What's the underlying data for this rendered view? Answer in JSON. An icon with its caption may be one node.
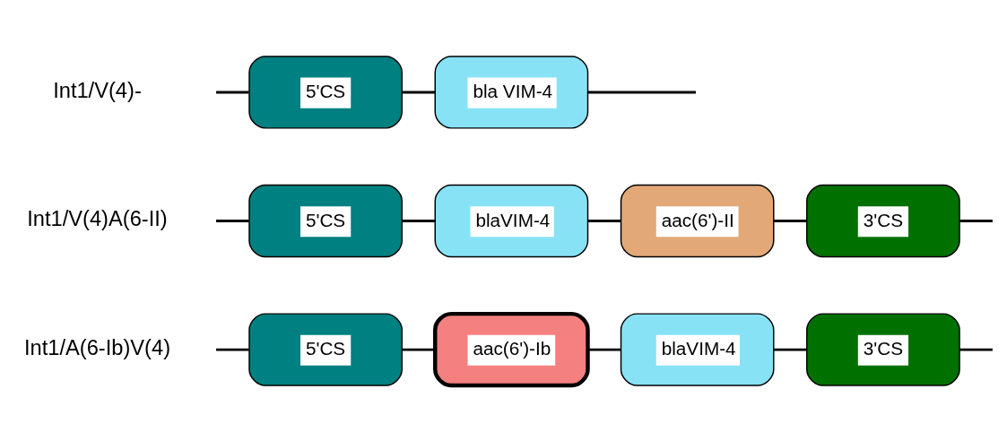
{
  "diagram": {
    "nodes": [
      {
        "text": [
          "5'CS"
        ]
      },
      {
        "text": [
          "aac(6')-Ib"
        ]
      },
      {
        "text": [
          "blaVIM-4"
        ]
      },
      {
        "text": [
          "3'CS"
        ]
      },
      {
        "text": [
          "5'CS"
        ]
      },
      {
        "text": [
          "blaVIM-4"
        ]
      },
      {
        "text": [
          "aac(6')-II"
        ]
      },
      {
        "text": [
          "3'CS"
        ]
      },
      {
        "text": [
          "5'CS"
        ]
      },
      {
        "text": [
          "bla VIM-4"
        ]
      }
    ],
    "edges": [
      {
        "from": null,
        "to": 0,
        "arrow": "none"
      },
      {
        "from": 0,
        "to": 1,
        "arrow": "none"
      },
      {
        "from": 1,
        "to": 2,
        "arrow": "none"
      },
      {
        "from": 2,
        "to": 3,
        "arrow": "none"
      },
      {
        "from": 3,
        "to": null,
        "arrow": "none"
      },
      {
        "from": null,
        "to": 4,
        "arrow": "none"
      },
      {
        "from": 4,
        "to": 5,
        "arrow": "none"
      },
      {
        "from": 5,
        "to": 6,
        "arrow": "none"
      },
      {
        "from": 6,
        "to": 7,
        "arrow": "none"
      },
      {
        "from": 7,
        "to": null,
        "arrow": "none"
      },
      {
        "from": null,
        "to": 8,
        "arrow": "none"
      },
      {
        "from": 8,
        "to": 9,
        "arrow": "none"
      },
      {
        "from": 9,
        "to": null,
        "arrow": "none"
      }
    ],
    "labels": [
      "Int1/A(6-Ib)V(4)",
      "Int1/V(4)A(6-II)",
      "Int1/V(4)-"
    ]
  }
}
